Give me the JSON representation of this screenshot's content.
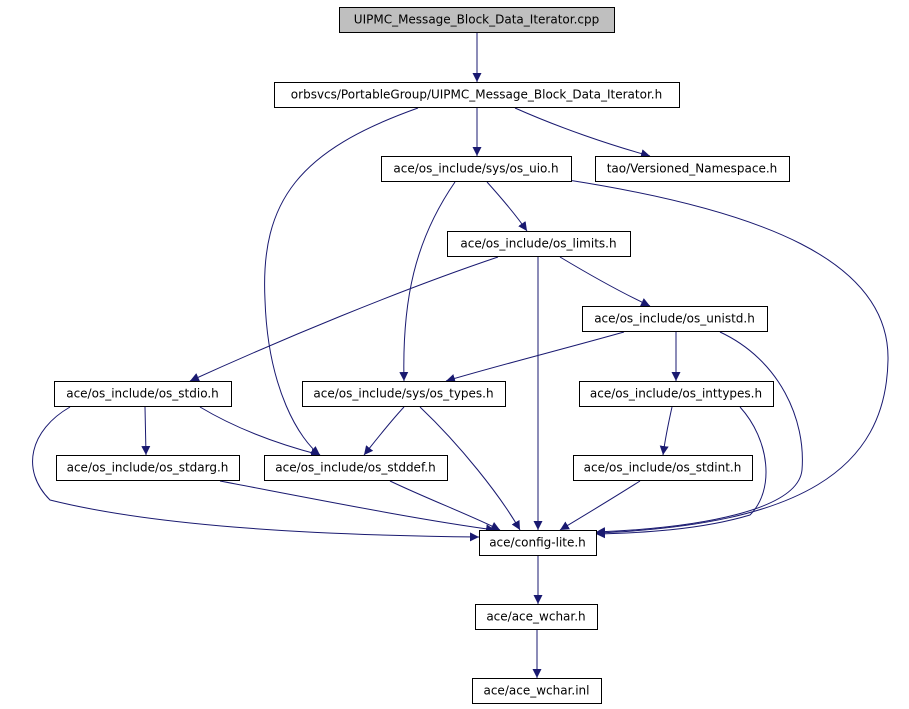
{
  "diagram": {
    "type": "include-dependency-graph",
    "edge_color": "#191970",
    "root_fill": "#bfbfbf",
    "nodes": [
      {
        "id": "root",
        "label": "UIPMC_Message_Block_Data_Iterator.cpp"
      },
      {
        "id": "iter_h",
        "label": "orbsvcs/PortableGroup/UIPMC_Message_Block_Data_Iterator.h"
      },
      {
        "id": "os_uio",
        "label": "ace/os_include/sys/os_uio.h"
      },
      {
        "id": "versioned",
        "label": "tao/Versioned_Namespace.h"
      },
      {
        "id": "os_limits",
        "label": "ace/os_include/os_limits.h"
      },
      {
        "id": "os_unistd",
        "label": "ace/os_include/os_unistd.h"
      },
      {
        "id": "os_stdio",
        "label": "ace/os_include/os_stdio.h"
      },
      {
        "id": "os_types",
        "label": "ace/os_include/sys/os_types.h"
      },
      {
        "id": "os_inttypes",
        "label": "ace/os_include/os_inttypes.h"
      },
      {
        "id": "os_stdarg",
        "label": "ace/os_include/os_stdarg.h"
      },
      {
        "id": "os_stddef",
        "label": "ace/os_include/os_stddef.h"
      },
      {
        "id": "os_stdint",
        "label": "ace/os_include/os_stdint.h"
      },
      {
        "id": "config_lite",
        "label": "ace/config-lite.h"
      },
      {
        "id": "ace_wchar",
        "label": "ace/ace_wchar.h"
      },
      {
        "id": "ace_wchar_inl",
        "label": "ace/ace_wchar.inl"
      }
    ],
    "edges": [
      {
        "from": "root",
        "to": "iter_h"
      },
      {
        "from": "iter_h",
        "to": "os_uio"
      },
      {
        "from": "iter_h",
        "to": "versioned"
      },
      {
        "from": "iter_h",
        "to": "os_stddef"
      },
      {
        "from": "os_uio",
        "to": "os_limits"
      },
      {
        "from": "os_uio",
        "to": "os_types"
      },
      {
        "from": "os_uio",
        "to": "config_lite"
      },
      {
        "from": "os_limits",
        "to": "os_unistd"
      },
      {
        "from": "os_limits",
        "to": "os_stdio"
      },
      {
        "from": "os_limits",
        "to": "config_lite"
      },
      {
        "from": "os_unistd",
        "to": "os_types"
      },
      {
        "from": "os_unistd",
        "to": "os_inttypes"
      },
      {
        "from": "os_unistd",
        "to": "config_lite"
      },
      {
        "from": "os_stdio",
        "to": "os_stdarg"
      },
      {
        "from": "os_stdio",
        "to": "os_stddef"
      },
      {
        "from": "os_stdio",
        "to": "config_lite"
      },
      {
        "from": "os_types",
        "to": "os_stddef"
      },
      {
        "from": "os_types",
        "to": "config_lite"
      },
      {
        "from": "os_inttypes",
        "to": "os_stdint"
      },
      {
        "from": "os_inttypes",
        "to": "config_lite"
      },
      {
        "from": "os_stdarg",
        "to": "config_lite"
      },
      {
        "from": "os_stddef",
        "to": "config_lite"
      },
      {
        "from": "os_stdint",
        "to": "config_lite"
      },
      {
        "from": "config_lite",
        "to": "ace_wchar"
      },
      {
        "from": "ace_wchar",
        "to": "ace_wchar_inl"
      }
    ]
  }
}
